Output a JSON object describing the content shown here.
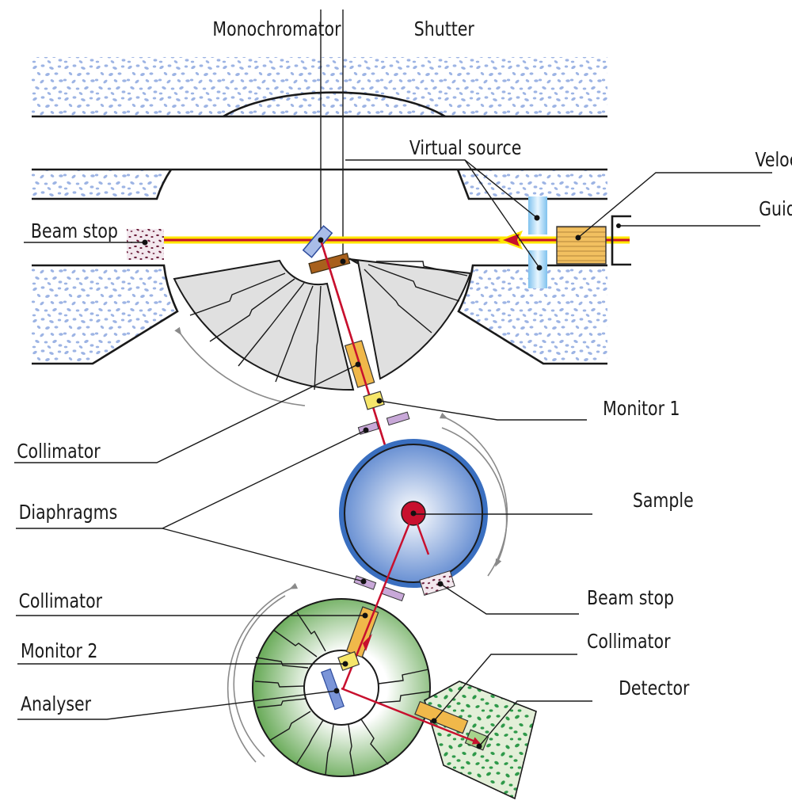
{
  "title": "Three-axis neutron spectrometer layout",
  "labels": {
    "monochromator": "Monochromator",
    "shutter": "Shutter",
    "virtual_source": "Virtual source",
    "velocity_selector": "Velocity selector",
    "guide_changer": "Guide changer",
    "beam_stop_top": "Beam stop",
    "collimator_1": "Collimator",
    "monitor_1": "Monitor 1",
    "diaphragms": "Diaphragms",
    "sample": "Sample",
    "beam_stop_sample": "Beam stop",
    "collimator_2": "Collimator",
    "monitor_2": "Monitor 2",
    "analyser": "Analyser",
    "collimator_3": "Collimator",
    "detector": "Detector"
  },
  "colors": {
    "shielding_dots": "#9db4e4",
    "beam_core": "#c8102e",
    "beam_halo": "#ffe600",
    "monochromator_drum": "#e0e0e0",
    "sample_table": "#3a6fc0",
    "analyser_drum": "#5aa043",
    "collimator": "#f0b84a",
    "monitor": "#f6e66a",
    "diaphragm": "#c8a8d8",
    "beam_stop": "#6a1d3a",
    "crystal": "#5a7ed0",
    "shutter_block": "#a8601c",
    "detector_shield": "#2f9a4a"
  }
}
